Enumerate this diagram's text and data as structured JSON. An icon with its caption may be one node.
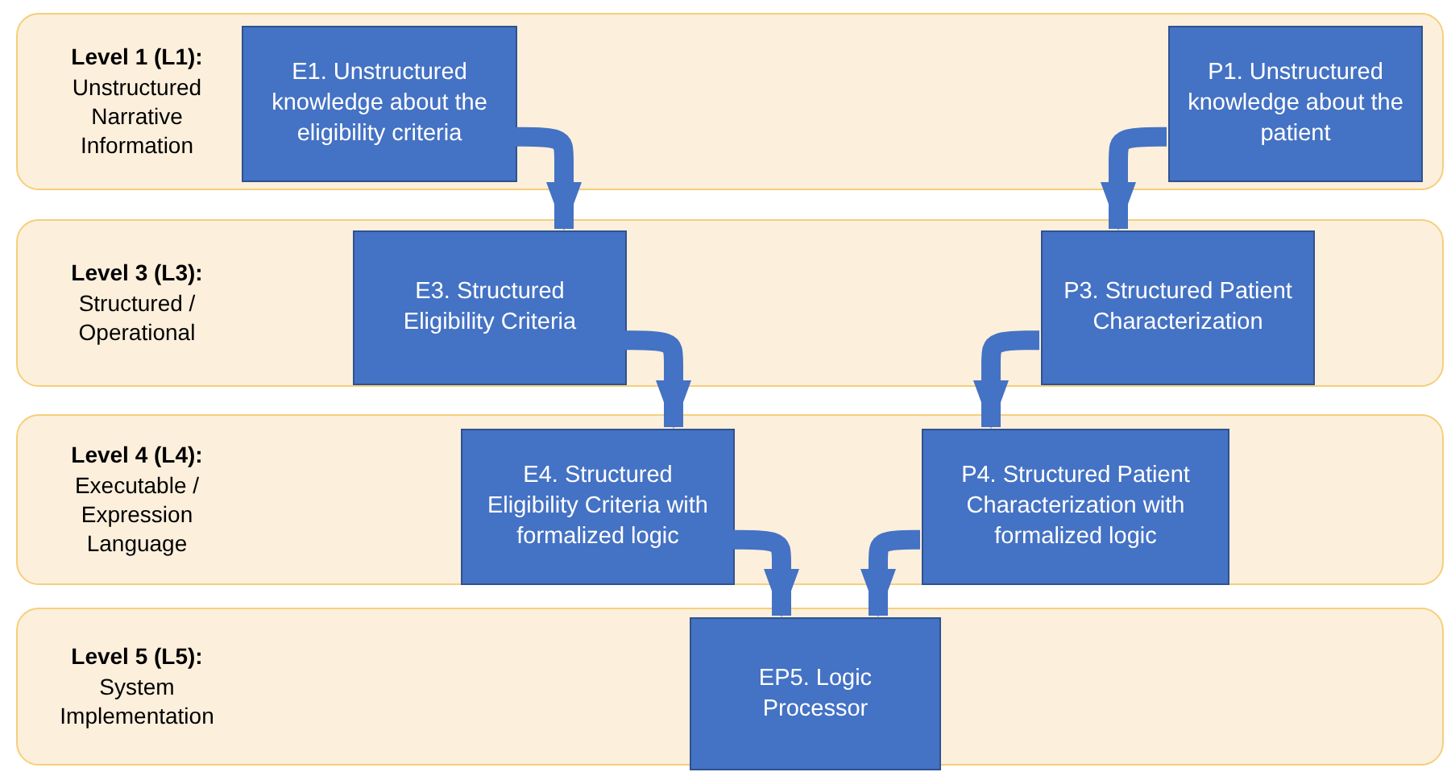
{
  "diagram": {
    "nodes": [
      {
        "text": [
          "Level 1 (L1):",
          "Unstructured Narrative Information"
        ]
      },
      {
        "text": [
          "E1. Unstructured knowledge about the eligibility criteria"
        ],
        "in": 0
      },
      {
        "text": [
          "P1. Unstructured knowledge about the patient"
        ],
        "in": 0
      },
      {
        "text": [
          "Level 3 (L3):",
          "Structured / Operational"
        ]
      },
      {
        "text": [
          "E3. Structured Eligibility Criteria"
        ],
        "in": 3
      },
      {
        "text": [
          "P3. Structured Patient Characterization"
        ],
        "in": 3
      },
      {
        "text": [
          "Level 4 (L4):",
          "Executable / Expression Language"
        ]
      },
      {
        "text": [
          "E4. Structured Eligibility Criteria with formalized logic"
        ],
        "in": 6
      },
      {
        "text": [
          "P4. Structured Patient Characterization with formalized logic"
        ],
        "in": 6
      },
      {
        "text": [
          "Level 5 (L5):",
          "System Implementation"
        ]
      },
      {
        "text": [
          "EP5. Logic Processor"
        ],
        "in": 9
      }
    ],
    "edges": [
      {
        "from": 1,
        "to": 4,
        "arrow": "to"
      },
      {
        "from": 2,
        "to": 5,
        "arrow": "to"
      },
      {
        "from": 4,
        "to": 7,
        "arrow": "to"
      },
      {
        "from": 5,
        "to": 8,
        "arrow": "to"
      },
      {
        "from": 7,
        "to": 10,
        "arrow": "to"
      },
      {
        "from": 8,
        "to": 10,
        "arrow": "to"
      }
    ]
  }
}
